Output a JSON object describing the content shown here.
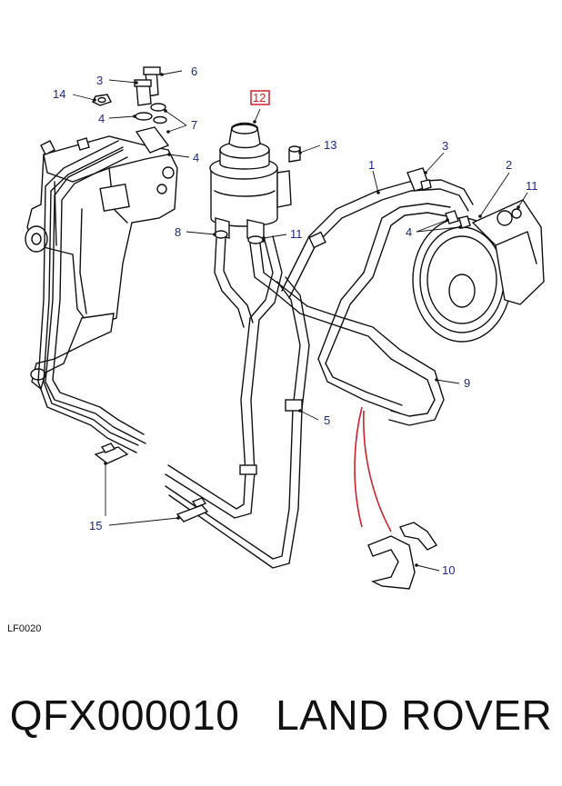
{
  "drawing_code": "LF0020",
  "caption": {
    "part_number": "QFX000010",
    "brand": "LAND ROVER"
  },
  "callouts": [
    "1",
    "2",
    "3",
    "3",
    "4",
    "4",
    "4",
    "5",
    "6",
    "7",
    "8",
    "9",
    "10",
    "11",
    "11",
    "12",
    "13",
    "14",
    "15"
  ],
  "highlight": {
    "label": "12",
    "color": "#d0202a"
  },
  "colors": {
    "label_text": "#1a2a8c",
    "highlight": "#d0202a",
    "line": "#111111"
  }
}
